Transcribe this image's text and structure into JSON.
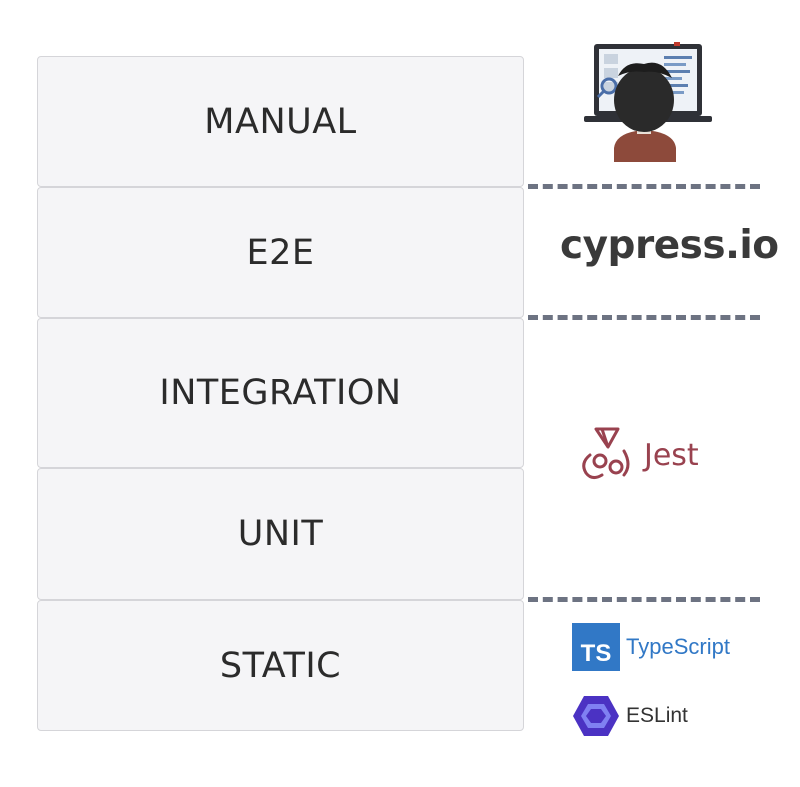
{
  "layers": [
    {
      "label": "MANUAL"
    },
    {
      "label": "E2E"
    },
    {
      "label": "INTEGRATION"
    },
    {
      "label": "UNIT"
    },
    {
      "label": "STATIC"
    }
  ],
  "tools": {
    "manual": {
      "icon": "person-at-computer-icon"
    },
    "e2e": {
      "logo_text": "cypress.io",
      "icon": "cypress-logo-icon"
    },
    "integration_unit": {
      "logo_text": "Jest",
      "icon": "jest-logo-icon",
      "color": "#99424f"
    },
    "static": {
      "typescript": {
        "badge": "TS",
        "logo_text": "TypeScript",
        "icon": "typescript-logo-icon",
        "color": "#3178c6"
      },
      "eslint": {
        "logo_text": "ESLint",
        "icon": "eslint-logo-icon",
        "color": "#4b32c3"
      }
    }
  },
  "colors": {
    "layer_fill": "#f5f5f7",
    "layer_border": "#d5d5d9",
    "divider": "#6d7382"
  }
}
